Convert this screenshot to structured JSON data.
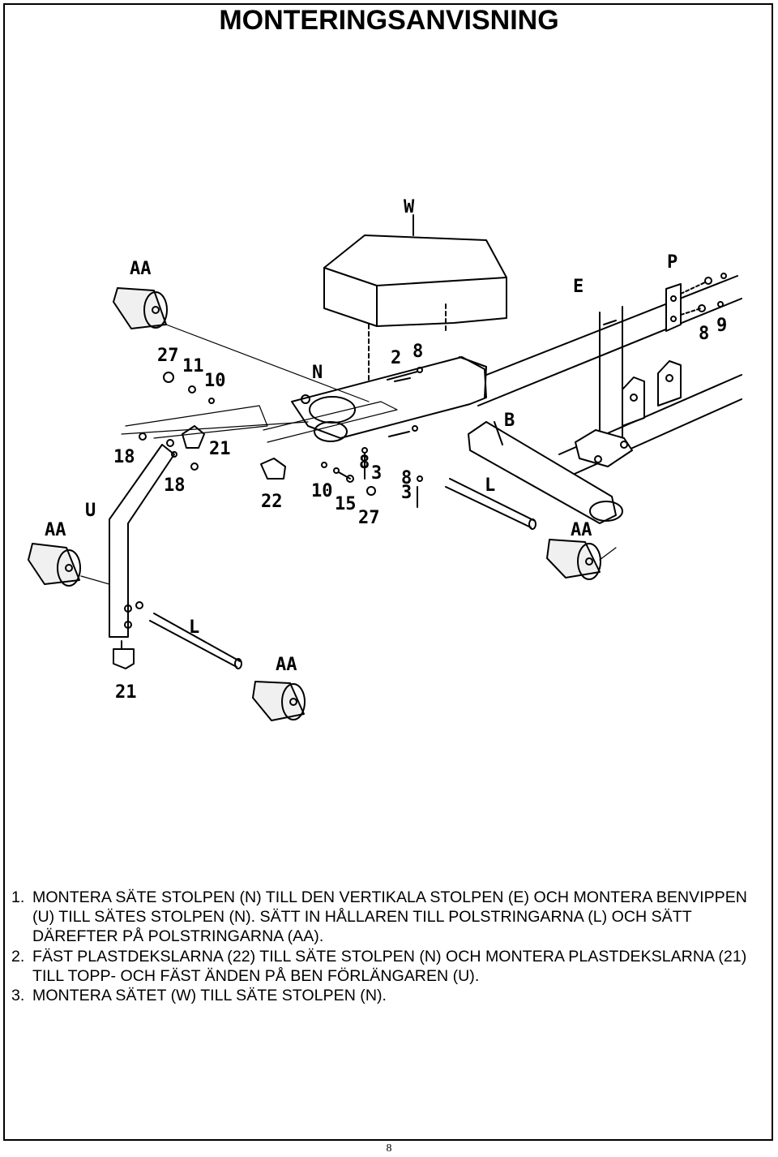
{
  "page": {
    "title": "MONTERINGSANVISNING",
    "page_number": "8"
  },
  "diagram": {
    "labels": {
      "W": "W",
      "AA": "AA",
      "E": "E",
      "P": "P",
      "N": "N",
      "B": "B",
      "L": "L",
      "U": "U",
      "n2": "2",
      "n3": "3",
      "n8": "8",
      "n9": "9",
      "n10": "10",
      "n11": "11",
      "n15": "15",
      "n18": "18",
      "n21": "21",
      "n22": "22",
      "n27": "27"
    }
  },
  "instructions": [
    {
      "number": "1.",
      "text": "MONTERA SÄTE STOLPEN (N) TILL DEN VERTIKALA STOLPEN (E) OCH MONTERA BENVIPPEN (U) TILL SÄTES STOLPEN (N). SÄTT IN HÅLLAREN TILL POLSTRINGARNA (L) OCH SÄTT DÄREFTER PÅ POLSTRINGARNA (AA)."
    },
    {
      "number": "2.",
      "text": "FÄST PLASTDEKSLARNA (22) TILL SÄTE STOLPEN (N) OCH MONTERA PLASTDEKSLARNA (21) TILL TOPP- OCH FÄST ÄNDEN PÅ BEN FÖRLÄNGAREN (U)."
    },
    {
      "number": "3.",
      "text": "MONTERA SÄTET (W) TILL SÄTE STOLPEN (N)."
    }
  ]
}
